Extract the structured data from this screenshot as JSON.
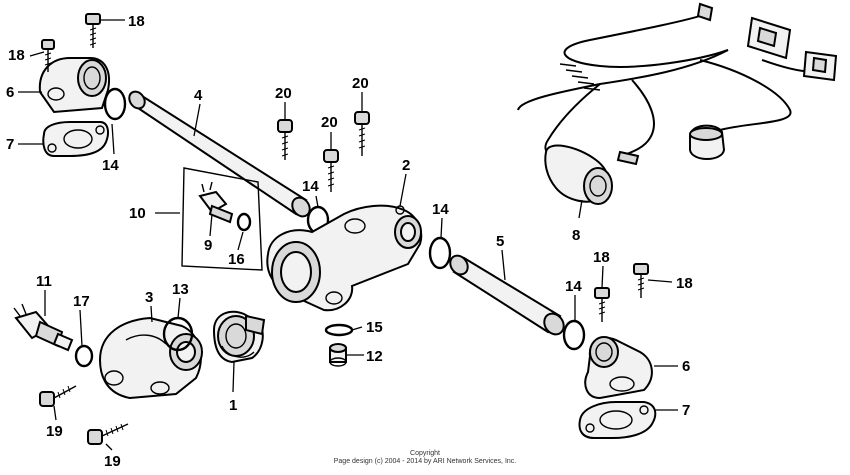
{
  "callouts": {
    "c1": "1",
    "c2": "2",
    "c3": "3",
    "c4": "4",
    "c5": "5",
    "c6a": "6",
    "c6b": "6",
    "c7a": "7",
    "c7b": "7",
    "c8": "8",
    "c9": "9",
    "c10": "10",
    "c11": "11",
    "c12": "12",
    "c13": "13",
    "c14a": "14",
    "c14b": "14",
    "c14c": "14",
    "c14d": "14",
    "c15": "15",
    "c16": "16",
    "c17": "17",
    "c18a": "18",
    "c18b": "18",
    "c18c": "18",
    "c18d": "18",
    "c19a": "19",
    "c19b": "19",
    "c20a": "20",
    "c20b": "20",
    "c20c": "20"
  },
  "copyright": {
    "line1": "Copyright",
    "line2": "Page design (c) 2004 - 2014 by ARI Network Services, Inc."
  }
}
